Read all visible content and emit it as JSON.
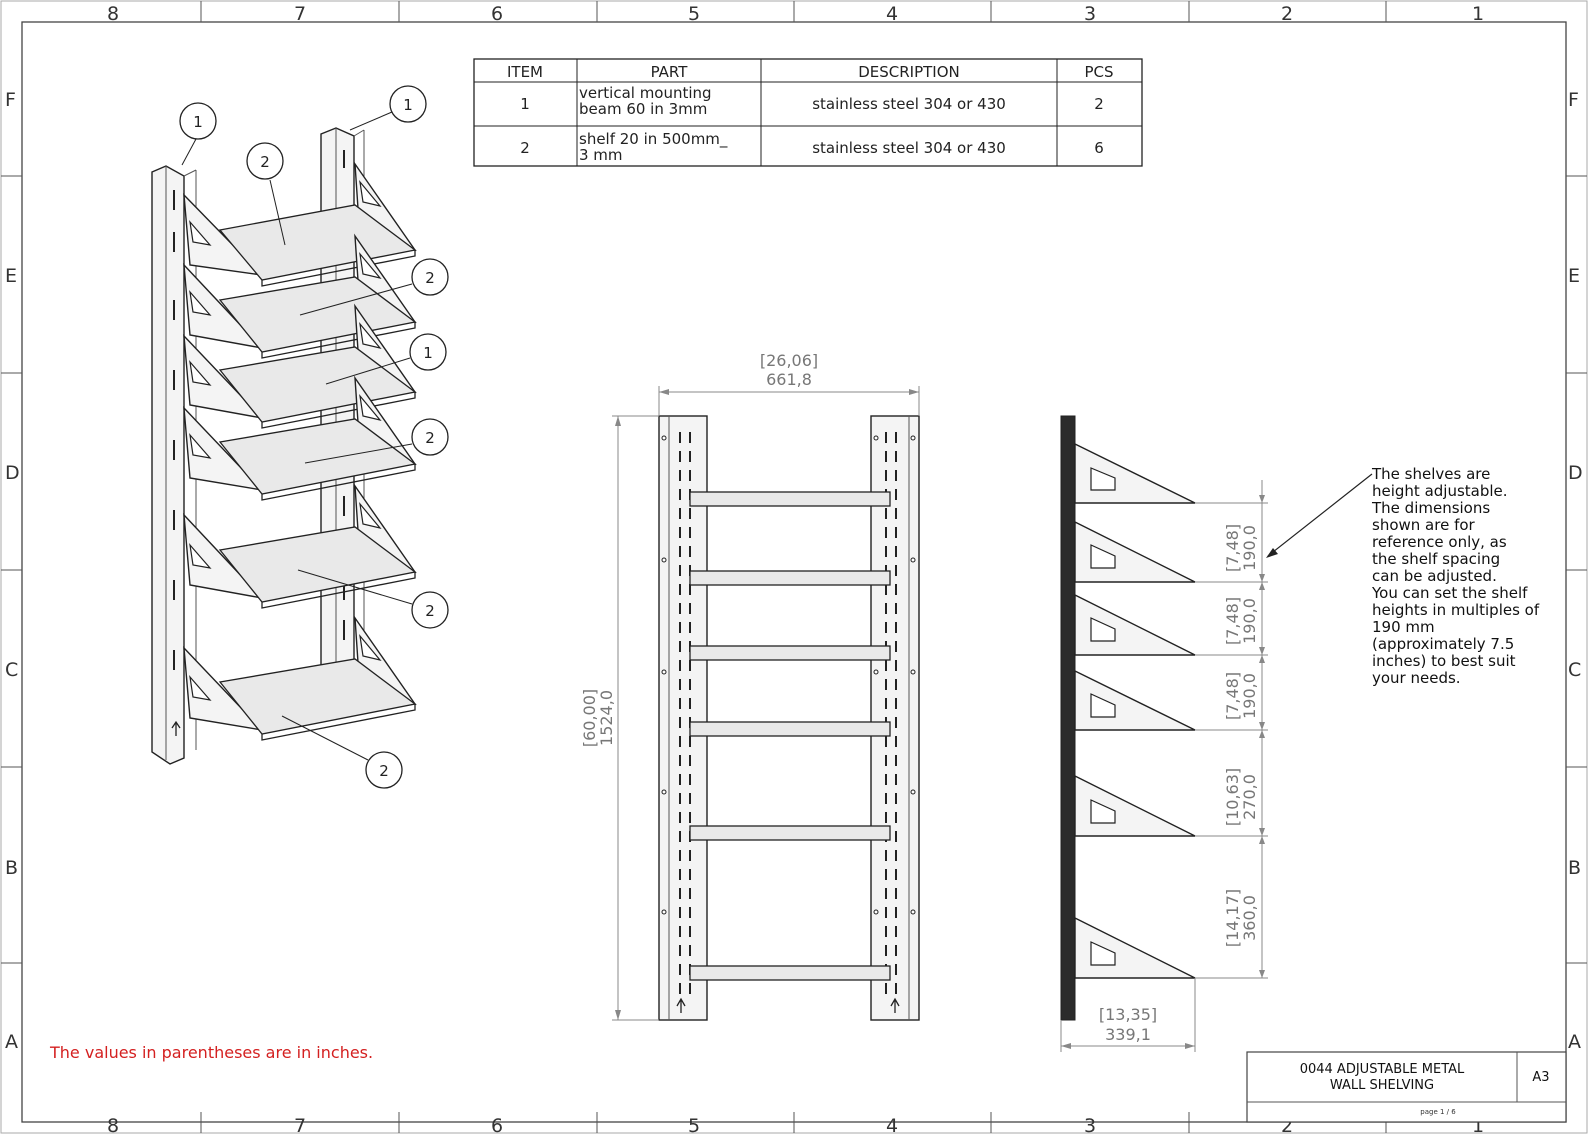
{
  "zones": {
    "columns": [
      "8",
      "7",
      "6",
      "5",
      "4",
      "3",
      "2",
      "1"
    ],
    "rows": [
      "F",
      "E",
      "D",
      "C",
      "B",
      "A"
    ]
  },
  "bom": {
    "headers": {
      "item": "ITEM",
      "part": "PART",
      "description": "DESCRIPTION",
      "pcs": "PCS"
    },
    "rows": [
      {
        "item": "1",
        "part_line1": "vertical mounting",
        "part_line2": "beam 60 in 3mm",
        "description": "stainless steel 304 or 430",
        "pcs": "2"
      },
      {
        "item": "2",
        "part_line1": "shelf 20 in  500mm_",
        "part_line2": "3 mm",
        "description": "stainless steel 304 or 430",
        "pcs": "6"
      }
    ]
  },
  "balloons": [
    "1",
    "1",
    "2",
    "2",
    "1",
    "2",
    "2",
    "2"
  ],
  "front_view": {
    "width_in": "[26,06]",
    "width_mm": "661,8",
    "height_in": "[60,00]",
    "height_mm": "1524,0"
  },
  "side_view": {
    "depth_in": "[13,35]",
    "depth_mm": "339,1",
    "spacings": [
      {
        "inch": "[7,48]",
        "mm": "190,0"
      },
      {
        "inch": "[7,48]",
        "mm": "190,0"
      },
      {
        "inch": "[7,48]",
        "mm": "190,0"
      },
      {
        "inch": "[10,63]",
        "mm": "270,0"
      },
      {
        "inch": "[14,17]",
        "mm": "360,0"
      }
    ]
  },
  "note_lines": [
    "The shelves are",
    "height adjustable.",
    "The dimensions",
    "shown are for",
    "reference only, as",
    "the shelf spacing",
    "can be adjusted.",
    "You can set the shelf",
    "heights in multiples of",
    "190 mm",
    "(approximately 7.5",
    "inches) to best suit",
    "your needs."
  ],
  "units_note": "The values in parentheses are in inches.",
  "title_block": {
    "title_line1": "0044 ADJUSTABLE METAL",
    "title_line2": "WALL SHELVING",
    "size": "A3",
    "page": "page 1 / 6"
  },
  "colors": {
    "note_red": "#d42020",
    "line": "#222222",
    "dimension": "#777777"
  }
}
